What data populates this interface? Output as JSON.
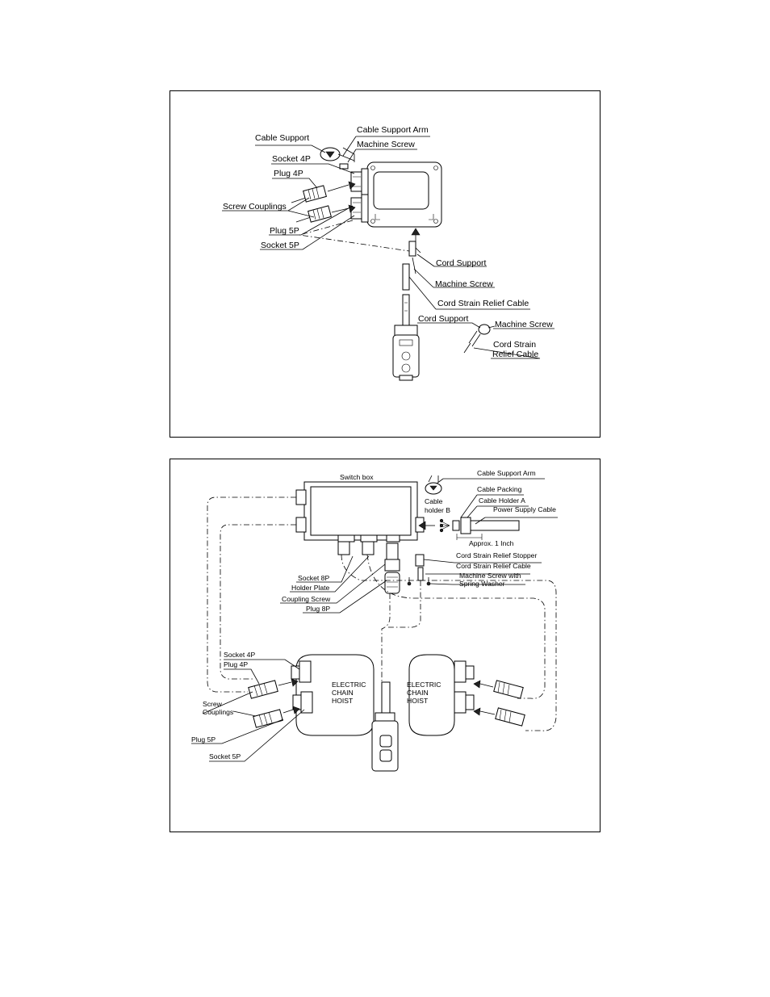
{
  "top_diagram": {
    "labels": {
      "cable_support": "Cable Support",
      "cable_support_arm": "Cable Support Arm",
      "machine_screw_1": "Machine Screw",
      "socket_4p": "Socket 4P",
      "plug_4p": "Plug 4P",
      "screw_couplings": "Screw Couplings",
      "plug_5p": "Plug 5P",
      "socket_5p": "Socket 5P",
      "cord_support_1": "Cord Support",
      "machine_screw_2": "Machine Screw",
      "cord_strain_relief_cable_1": "Cord Strain Relief Cable",
      "cord_support_2": "Cord Support",
      "machine_screw_3": "Machine Screw",
      "cord_strain_line1": "Cord Strain",
      "cord_strain_line2": "Relief Cable"
    }
  },
  "bottom_diagram": {
    "labels": {
      "switch_box": "Switch box",
      "cable_support_arm": "Cable Support Arm",
      "cable_packing": "Cable Packing",
      "cable_holder_a": "Cable Holder A",
      "cable_holder_b_line1": "Cable",
      "cable_holder_b_line2": "holder B",
      "power_supply_cable": "Power Supply Cable",
      "approx_1_inch": "Approx. 1 Inch",
      "cord_strain_relief_stopper": "Cord Strain Relief Stopper",
      "cord_strain_relief_cable": "Cord Strain Relief Cable",
      "machine_screw_line1": "Machine Screw with",
      "machine_screw_line2": "Spring Washer",
      "socket_8p": "Socket 8P",
      "holder_plate": "Holder Plate",
      "coupling_screw": "Coupling Screw",
      "plug_8p": "Plug 8P",
      "socket_4p": "Socket 4P",
      "plug_4p": "Plug 4P",
      "screw_couplings_line1": "Screw",
      "screw_couplings_line2": "Couplings",
      "plug_5p": "Plug 5P",
      "socket_5p": "Socket 5P",
      "hoist_left_line1": "ELECTRIC",
      "hoist_left_line2": "CHAIN",
      "hoist_left_line3": "HOIST",
      "hoist_right_line1": "ELECTRIC",
      "hoist_right_line2": "CHAIN",
      "hoist_right_line3": "HOIST"
    }
  }
}
